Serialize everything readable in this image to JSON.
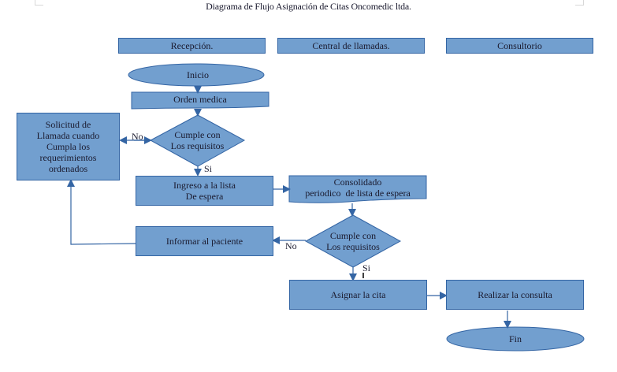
{
  "title": "Diagrama de Flujo Asignación de Citas Oncomedic ltda.",
  "colors": {
    "fill": "#729fcf",
    "stroke": "#3465a4",
    "arrow": "#3465a4"
  },
  "lanes": [
    {
      "label": "Recepción."
    },
    {
      "label": "Central de llamadas."
    },
    {
      "label": "Consultorio"
    }
  ],
  "nodes": {
    "inicio": "Inicio",
    "orden": "Orden medica",
    "decision1": [
      "Cumple con",
      "Los requisitos"
    ],
    "solicitud": [
      "Solicitud de",
      "Llamada cuando",
      "Cumpla los",
      "requerimientos",
      "ordenados"
    ],
    "ingreso": [
      "Ingreso a la lista",
      "De espera"
    ],
    "consolidado": [
      "Consolidado",
      "periodico  de lista de espera"
    ],
    "decision2": [
      "Cumple con",
      "Los requisitos"
    ],
    "informar": "Informar al paciente",
    "asignar": "Asignar la cita",
    "realizar": "Realizar la consulta",
    "fin": "Fin"
  },
  "edge_labels": {
    "d1_no": "No",
    "d1_si": "Si",
    "d2_no": "No",
    "d2_si": "Si"
  }
}
